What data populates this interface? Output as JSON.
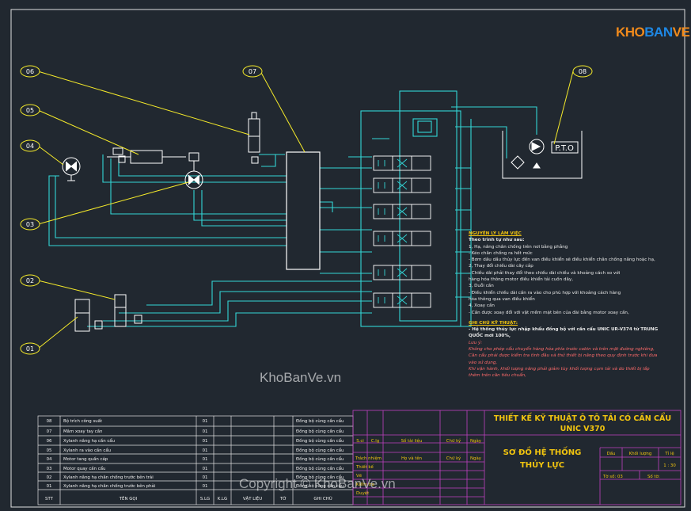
{
  "logo": {
    "part1": "KHO",
    "part2": "BAN",
    "part3": "VE"
  },
  "watermark": "KhoBanVe.vn",
  "copyright": "Copyright © KhoBanVe.vn",
  "callouts": [
    "06",
    "05",
    "04",
    "03",
    "02",
    "01",
    "07",
    "08"
  ],
  "pto_label": "P.T.O",
  "colors": {
    "background": "#212830",
    "hydraulic_line": "#33d6d6",
    "callout_leader": "#f5ea2a",
    "table_border": "#c040c0",
    "table_text": "#f1c40f"
  },
  "notes": {
    "title": "NGUYÊN LÝ LÀM VIỆC",
    "subtitle": "Theo trình tự như sau:",
    "lines": [
      "1, Hạ, nâng chân chống trên nơi bằng phẳng",
      "- Kéo chân chống ra hết mức",
      "- Bơm dầu dầu thủy lực  đến van điều khiển sẽ điều khiển chân chống nâng hoặc hạ,",
      "2, Thay đổi chiều dài cây cắp",
      "- Chiều dài phải thay đổi theo chiều dài chiều và khoảng cách so với",
      "hàng hóa thông motor điều khiển tải cuốn dây,",
      "3, Duỗi cần",
      "- Điều khiển chiều dài cần ra vào cho phù hợp với khoảng cách hàng",
      " hóa thông qua van điều khiển",
      "4, Xoay cần",
      "- Cần được xoay đổi với vật mềm mặt bên của đài bằng motor xoay cần,"
    ],
    "tech_title": "GHI CHÚ KỸ THUẬT:",
    "tech_lines": [
      "-  Hệ thống thủy lực nhập khẩu đồng bộ với cần cẩu UNIC UR-V374 từ TRUNG",
      "QUỐC mới 100%,"
    ],
    "caution_title": "Lưu ý:",
    "caution_lines": [
      "Không cho phép cẩu chuyển hàng hóa phía trước cabin và trên mặt đường nghiêng,",
      "Cần cẩu phải được kiểm tra tình đầu và thử thiết bị nâng theo quy định trước khi đưa",
      "vào sử dụng,",
      "Khi vận hành, khối lượng nâng phải giảm tùy khối lượng cụm tải và do thiết bị lắp",
      "thêm trên cần tiêu chuẩn,"
    ]
  },
  "parts_table": {
    "rows": [
      {
        "stt": "08",
        "name": "Bộ trích công suất",
        "sl": "01",
        "note": "Đồng bộ cùng cần cẩu"
      },
      {
        "stt": "07",
        "name": "Mâm xoay tay cần",
        "sl": "01",
        "note": "Đồng bộ cùng cần cẩu"
      },
      {
        "stt": "06",
        "name": "Xylanh nâng hạ cần cẩu",
        "sl": "01",
        "note": "Đồng bộ cùng cần cẩu"
      },
      {
        "stt": "05",
        "name": "Xylanh ra vào cần cẩu",
        "sl": "01",
        "note": "Đồng bộ cùng cần cẩu"
      },
      {
        "stt": "04",
        "name": "Motor tang quấn cáp",
        "sl": "01",
        "note": "Đồng bộ cùng cần cẩu"
      },
      {
        "stt": "03",
        "name": "Motor quay cần cẩu",
        "sl": "01",
        "note": "Đồng bộ cùng cần cẩu"
      },
      {
        "stt": "02",
        "name": "Xylanh nâng hạ chân chống trước bên trái",
        "sl": "01",
        "note": "Đồng bộ cùng cần cẩu"
      },
      {
        "stt": "01",
        "name": "Xylanh nâng hạ chân chống trước bên phải",
        "sl": "01",
        "note": "Đồng bộ cùng cần cẩu"
      }
    ],
    "headers": {
      "stt": "STT",
      "name": "TÊN GỌI",
      "sl": "S.LG",
      "kl": "K.LG",
      "material": "VẬT LIỆU",
      "sheet": "TỜ",
      "note": "GHI CHÚ"
    }
  },
  "title_block": {
    "project_line1": "THIẾT KẾ KỸ THUẬT Ô TÔ TẢI CÓ CẦN CẨU",
    "project_line2": "UNIC V370",
    "drawing_line1": "SƠ ĐỒ HỆ THỐNG",
    "drawing_line2": "THỦY LỰC",
    "rev_headers": [
      "S.ci",
      "C.lg",
      "Số tài liệu",
      "Chữ ký",
      "Ngày"
    ],
    "sign_headers": [
      "Trách nhiệm",
      "Họ và tên",
      "Chữ ký",
      "Ngày"
    ],
    "roles": [
      "Thiết kế",
      "Vẽ",
      "Kiểm tra",
      "Duyệt"
    ],
    "props": [
      "Dấu",
      "Khối lượng",
      "Tỉ lệ"
    ],
    "scale": "1 : 30",
    "sheet_no": "Tờ số: 03",
    "sheets": "Số tờ:"
  }
}
